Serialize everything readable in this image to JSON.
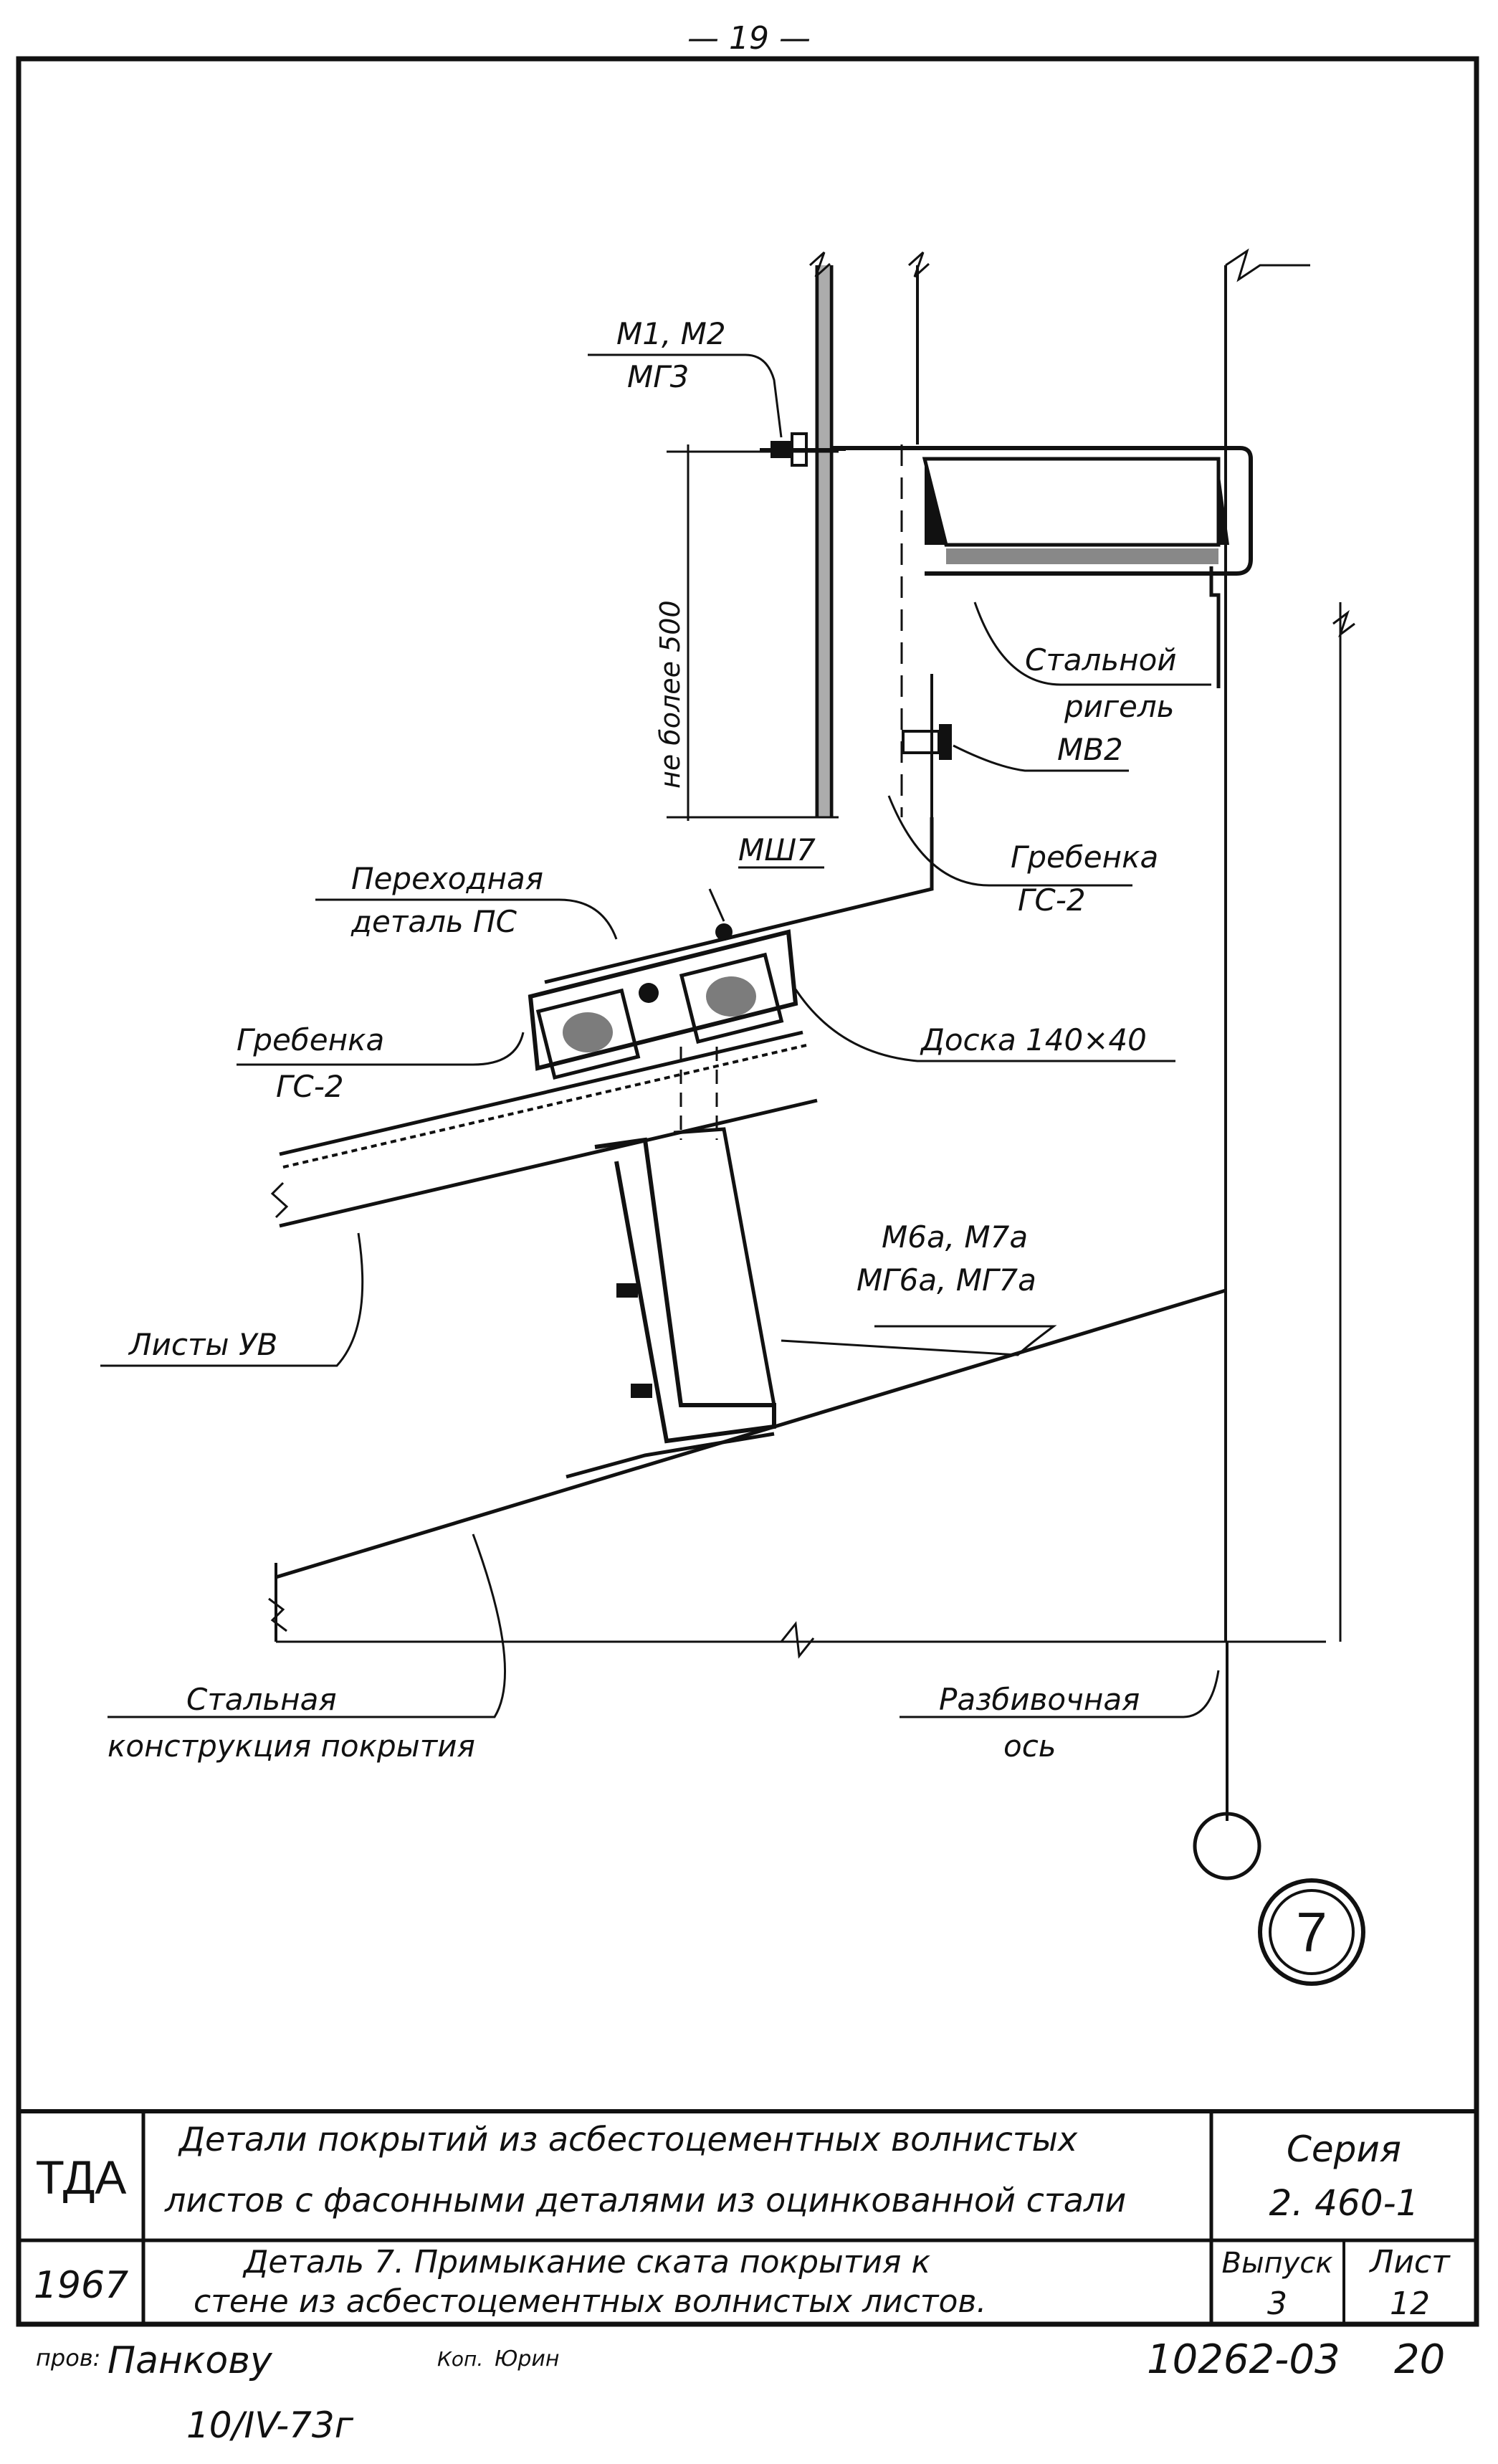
{
  "page_number": "— 19 —",
  "detail_number": "7",
  "labels": {
    "m1_m2": "M1, M2",
    "mg3": "MГ3",
    "dim_max_500": "не более 500",
    "steel_girt": "Стальной",
    "steel_girt_2": "ригель",
    "mv2": "MВ2",
    "comb_top": "Гребенка",
    "comb_top_code": "ГС-2",
    "transition_detail": "Переходная",
    "transition_detail_2": "деталь ПС",
    "msh7": "MШ7",
    "comb_left": "Гребенка",
    "comb_left_code": "ГС-2",
    "board": "Доска 140×40",
    "m6a_m7a": "M6a, M7a",
    "mg6a_mg7a": "MГ6a, MГ7a",
    "sheets_uv": "Листы УВ",
    "steel_structure": "Стальная",
    "steel_structure_2": "конструкция покрытия",
    "grid_axis": "Разбивочная",
    "grid_axis_2": "ось"
  },
  "title_block": {
    "org": "ТДА",
    "year": "1967",
    "title_line1": "Детали покрытий из асбестоцементных волнистых",
    "title_line2": "листов с фасонными деталями из оцинкованной стали",
    "subtitle_line1": "Деталь 7. Примыкание ската покрытия к",
    "subtitle_line2": "стене из асбестоцементных волнистых листов.",
    "series_label": "Серия",
    "series_value": "2. 460-1",
    "issue_label": "Выпуск",
    "issue_value": "3",
    "sheet_label": "Лист",
    "sheet_value": "12"
  },
  "footer": {
    "checked": "пров:",
    "checker_signature": "Панкову",
    "copier": "Коп.",
    "copier_signature": "Юрин",
    "date": "10/IV-73г",
    "doc_number": "10262-03",
    "doc_page": "20"
  }
}
